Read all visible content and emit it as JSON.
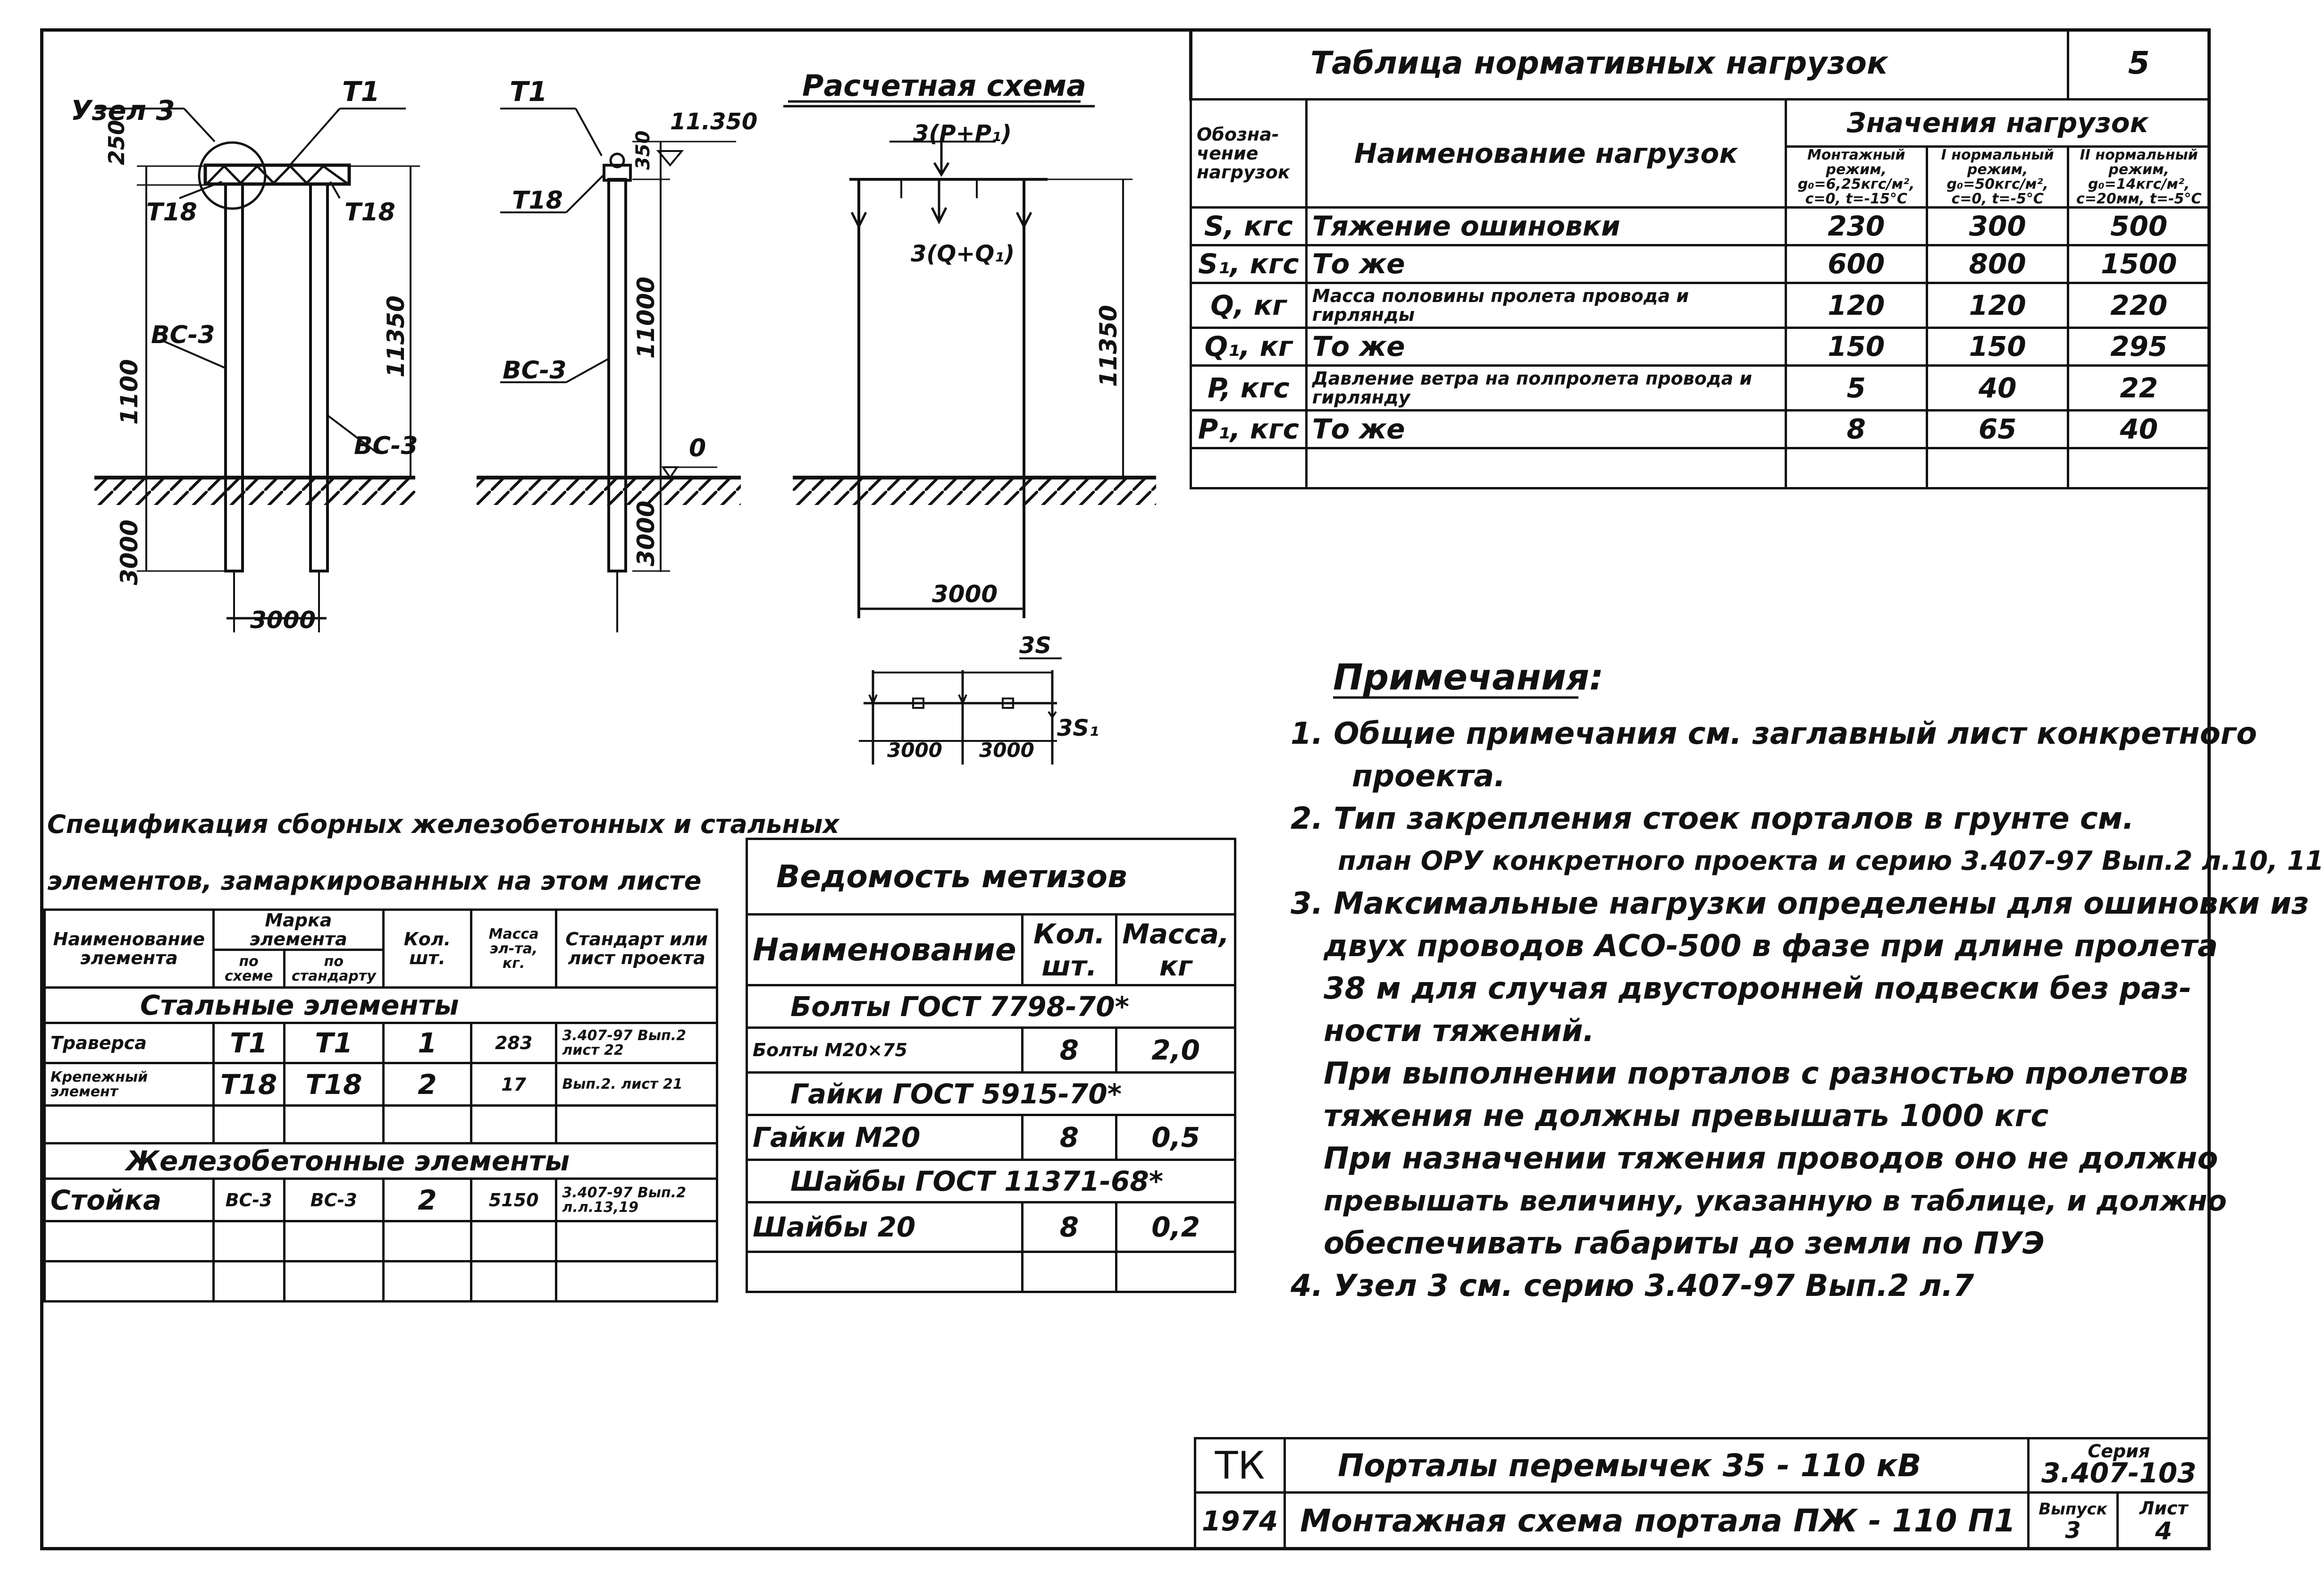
{
  "loads_table": {
    "title": "Таблица нормативных нагрузок",
    "sheet_no": "5",
    "hdr_designation": "Обозна-чение нагрузок",
    "hdr_name": "Наименование нагрузок",
    "hdr_values": "Значения нагрузок",
    "modes": [
      "Монтажный режим, g₀=6,25кгс/м², c=0, t=-15°С",
      "I нормальный режим, g₀=50кгс/м², c=0, t=-5°С",
      "II нормальный режим, g₀=14кгс/м², c=20мм, t=-5°С"
    ],
    "rows": [
      {
        "sym": "S, кгс",
        "name": "Тяжение ошиновки",
        "v": [
          "230",
          "300",
          "500"
        ]
      },
      {
        "sym": "S₁, кгс",
        "name": "То же",
        "v": [
          "600",
          "800",
          "1500"
        ]
      },
      {
        "sym": "Q, кг",
        "name": "Масса половины пролета провода и гирлянды",
        "v": [
          "120",
          "120",
          "220"
        ]
      },
      {
        "sym": "Q₁, кг",
        "name": "То же",
        "v": [
          "150",
          "150",
          "295"
        ]
      },
      {
        "sym": "P, кгс",
        "name": "Давление ветра на полпролета провода и гирлянду",
        "v": [
          "5",
          "40",
          "22"
        ]
      },
      {
        "sym": "P₁, кгс",
        "name": "То же",
        "v": [
          "8",
          "65",
          "40"
        ]
      }
    ]
  },
  "drawing": {
    "node_label": "Узел 3",
    "t1": "Т1",
    "t18": "Т18",
    "bc3": "ВС-3",
    "dim_250": "250",
    "dim_1100": "1100",
    "dim_11350": "11350",
    "dim_11000": "11000",
    "dim_3000": "3000",
    "dim_350": "350",
    "mark_11350": "11.350",
    "mark_0": "0",
    "calc_title": "Расчетная схема",
    "load_p": "3(P+P₁)",
    "load_q": "3(Q+Q₁)",
    "load_s": "3S",
    "load_s1": "3S₁"
  },
  "notes": {
    "title": "Примечания:",
    "lines": [
      "1. Общие примечания см. заглавный лист конкретного",
      "проекта.",
      "2. Тип закрепления стоек порталов в грунте см.",
      "план ОРУ конкретного проекта и серию 3.407-97 Вып.2 л.10, 11",
      "3. Максимальные нагрузки определены для ошиновки из",
      "двух проводов АСО-500 в фазе при длине пролета",
      "38 м для случая двусторонней подвески без раз-",
      "ности тяжений.",
      "При выполнении порталов с разностью пролетов",
      "тяжения не должны превышать 1000 кгс",
      "При назначении тяжения проводов оно не должно",
      "превышать величину, указанную в таблице, и должно",
      "обеспечивать габариты до земли по ПУЭ",
      "4. Узел 3 см. серию 3.407-97 Вып.2 л.7"
    ]
  },
  "spec": {
    "title_1": "Спецификация сборных железобетонных и стальных",
    "title_2": "элементов, замаркированных на этом листе",
    "h_name": "Наименование элемента",
    "h_mark": "Марка элемента",
    "h_by_scheme": "по схеме",
    "h_by_std": "по стандарту",
    "h_qty": "Кол. шт.",
    "h_mass": "Масса эл-та, кг.",
    "h_std": "Стандарт или лист проекта",
    "section_steel": "Стальные элементы",
    "section_rc": "Железобетонные элементы",
    "steel_rows": [
      {
        "name": "Траверса",
        "m1": "Т1",
        "m2": "Т1",
        "qty": "1",
        "mass": "283",
        "std": "3.407-97 Вып.2 лист 22"
      },
      {
        "name": "Крепежный элемент",
        "m1": "Т18",
        "m2": "Т18",
        "qty": "2",
        "mass": "17",
        "std": "Вып.2. лист 21"
      }
    ],
    "rc_rows": [
      {
        "name": "Стойка",
        "m1": "ВС-3",
        "m2": "ВС-3",
        "qty": "2",
        "mass": "5150",
        "std": "3.407-97 Вып.2 л.л.13,19"
      }
    ]
  },
  "hardware": {
    "title": "Ведомость метизов",
    "h_name": "Наименование",
    "h_qty": "Кол. шт.",
    "h_mass": "Масса, кг",
    "rows": [
      {
        "type": "group",
        "text": "Болты ГОСТ 7798-70*"
      },
      {
        "type": "item",
        "name": "Болты М20×75",
        "qty": "8",
        "mass": "2,0"
      },
      {
        "type": "group",
        "text": "Гайки ГОСТ 5915-70*"
      },
      {
        "type": "item",
        "name": "Гайки М20",
        "qty": "8",
        "mass": "0,5"
      },
      {
        "type": "group",
        "text": "Шайбы ГОСТ 11371-68*"
      },
      {
        "type": "item",
        "name": "Шайбы 20",
        "qty": "8",
        "mass": "0,2"
      }
    ]
  },
  "title_block": {
    "org": "ТК",
    "year": "1974",
    "title_1": "Порталы перемычек 35 - 110 кВ",
    "title_2": "Монтажная схема портала ПЖ - 110 П1",
    "series_label": "Серия",
    "series": "3.407-103",
    "issue_label": "Выпуск",
    "issue": "3",
    "sheet_label": "Лист",
    "sheet": "4"
  }
}
